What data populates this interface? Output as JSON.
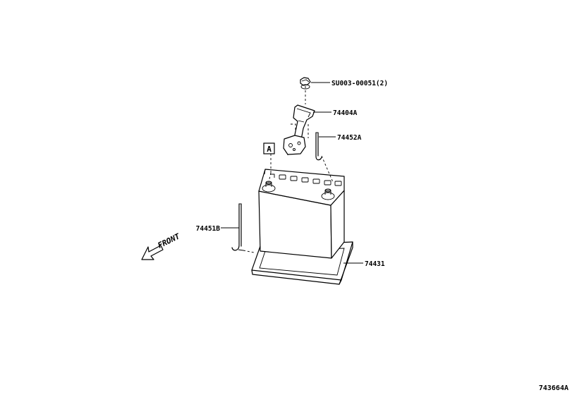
{
  "diagram": {
    "parts": [
      {
        "id": "SU003-00051(2)"
      },
      {
        "id": "74404A"
      },
      {
        "id": "74452A"
      },
      {
        "id": "74451B"
      },
      {
        "id": "74431"
      }
    ],
    "ref_box": "A",
    "direction": "FRONT",
    "figure_code": "743664A"
  }
}
